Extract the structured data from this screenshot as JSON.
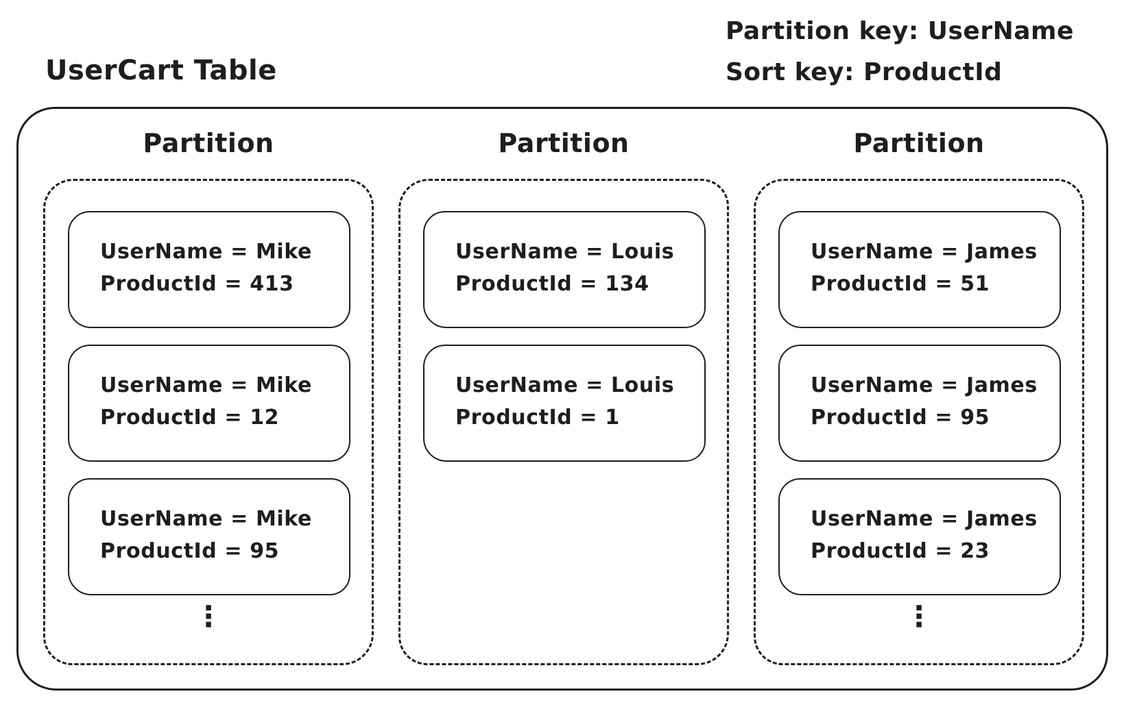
{
  "title": "UserCart Table",
  "keys": {
    "partition_key_label": "Partition key: UserName",
    "sort_key_label": "Sort key: ProductId"
  },
  "table": {
    "partitions": [
      {
        "label": "Partition",
        "items": [
          {
            "line1": "UserName = Mike",
            "line2": "ProductId = 413"
          },
          {
            "line1": "UserName = Mike",
            "line2": "ProductId = 12"
          },
          {
            "line1": "UserName = Mike",
            "line2": "ProductId = 95"
          }
        ],
        "ellipsis": "⋮"
      },
      {
        "label": "Partition",
        "items": [
          {
            "line1": "UserName = Louis",
            "line2": "ProductId = 134"
          },
          {
            "line1": "UserName = Louis",
            "line2": "ProductId = 1"
          }
        ]
      },
      {
        "label": "Partition",
        "items": [
          {
            "line1": "UserName = James",
            "line2": "ProductId = 51"
          },
          {
            "line1": "UserName = James",
            "line2": "ProductId = 95"
          },
          {
            "line1": "UserName = James",
            "line2": "ProductId = 23"
          }
        ],
        "ellipsis": "⋮"
      }
    ]
  },
  "colors": {
    "ink": "#1e1e1e",
    "background": "#ffffff"
  }
}
